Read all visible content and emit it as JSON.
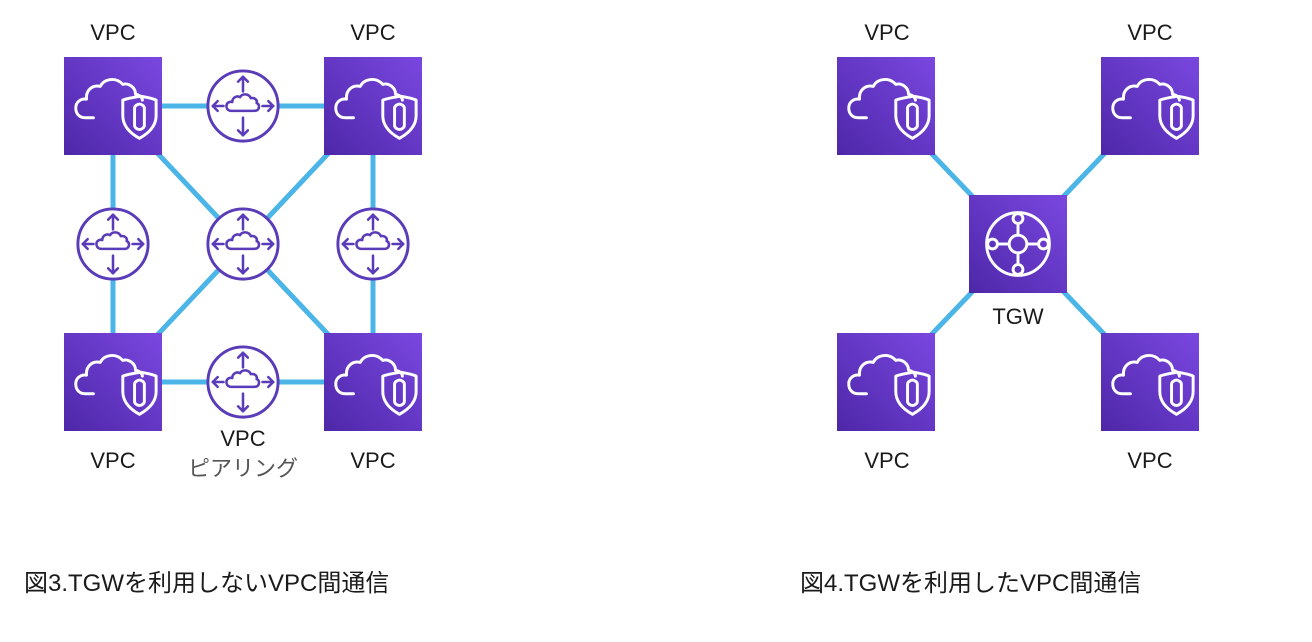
{
  "colors": {
    "vpc_box": "#5a2fc0",
    "connection_line": "#4bb5e8",
    "peering_icon": "#5a3cb8"
  },
  "figure3": {
    "vpc_labels": [
      "VPC",
      "VPC",
      "VPC",
      "VPC"
    ],
    "peering_label_line1": "VPC",
    "peering_label_line2": "ピアリング",
    "caption": "図3.TGWを利用しないVPC間通信"
  },
  "figure4": {
    "vpc_labels": [
      "VPC",
      "VPC",
      "VPC",
      "VPC"
    ],
    "tgw_label": "TGW",
    "caption": "図4.TGWを利用したVPC間通信"
  },
  "icons": {
    "vpc": "vpc-cloud-shield-icon",
    "peering": "vpc-peering-icon",
    "tgw": "transit-gateway-icon"
  }
}
